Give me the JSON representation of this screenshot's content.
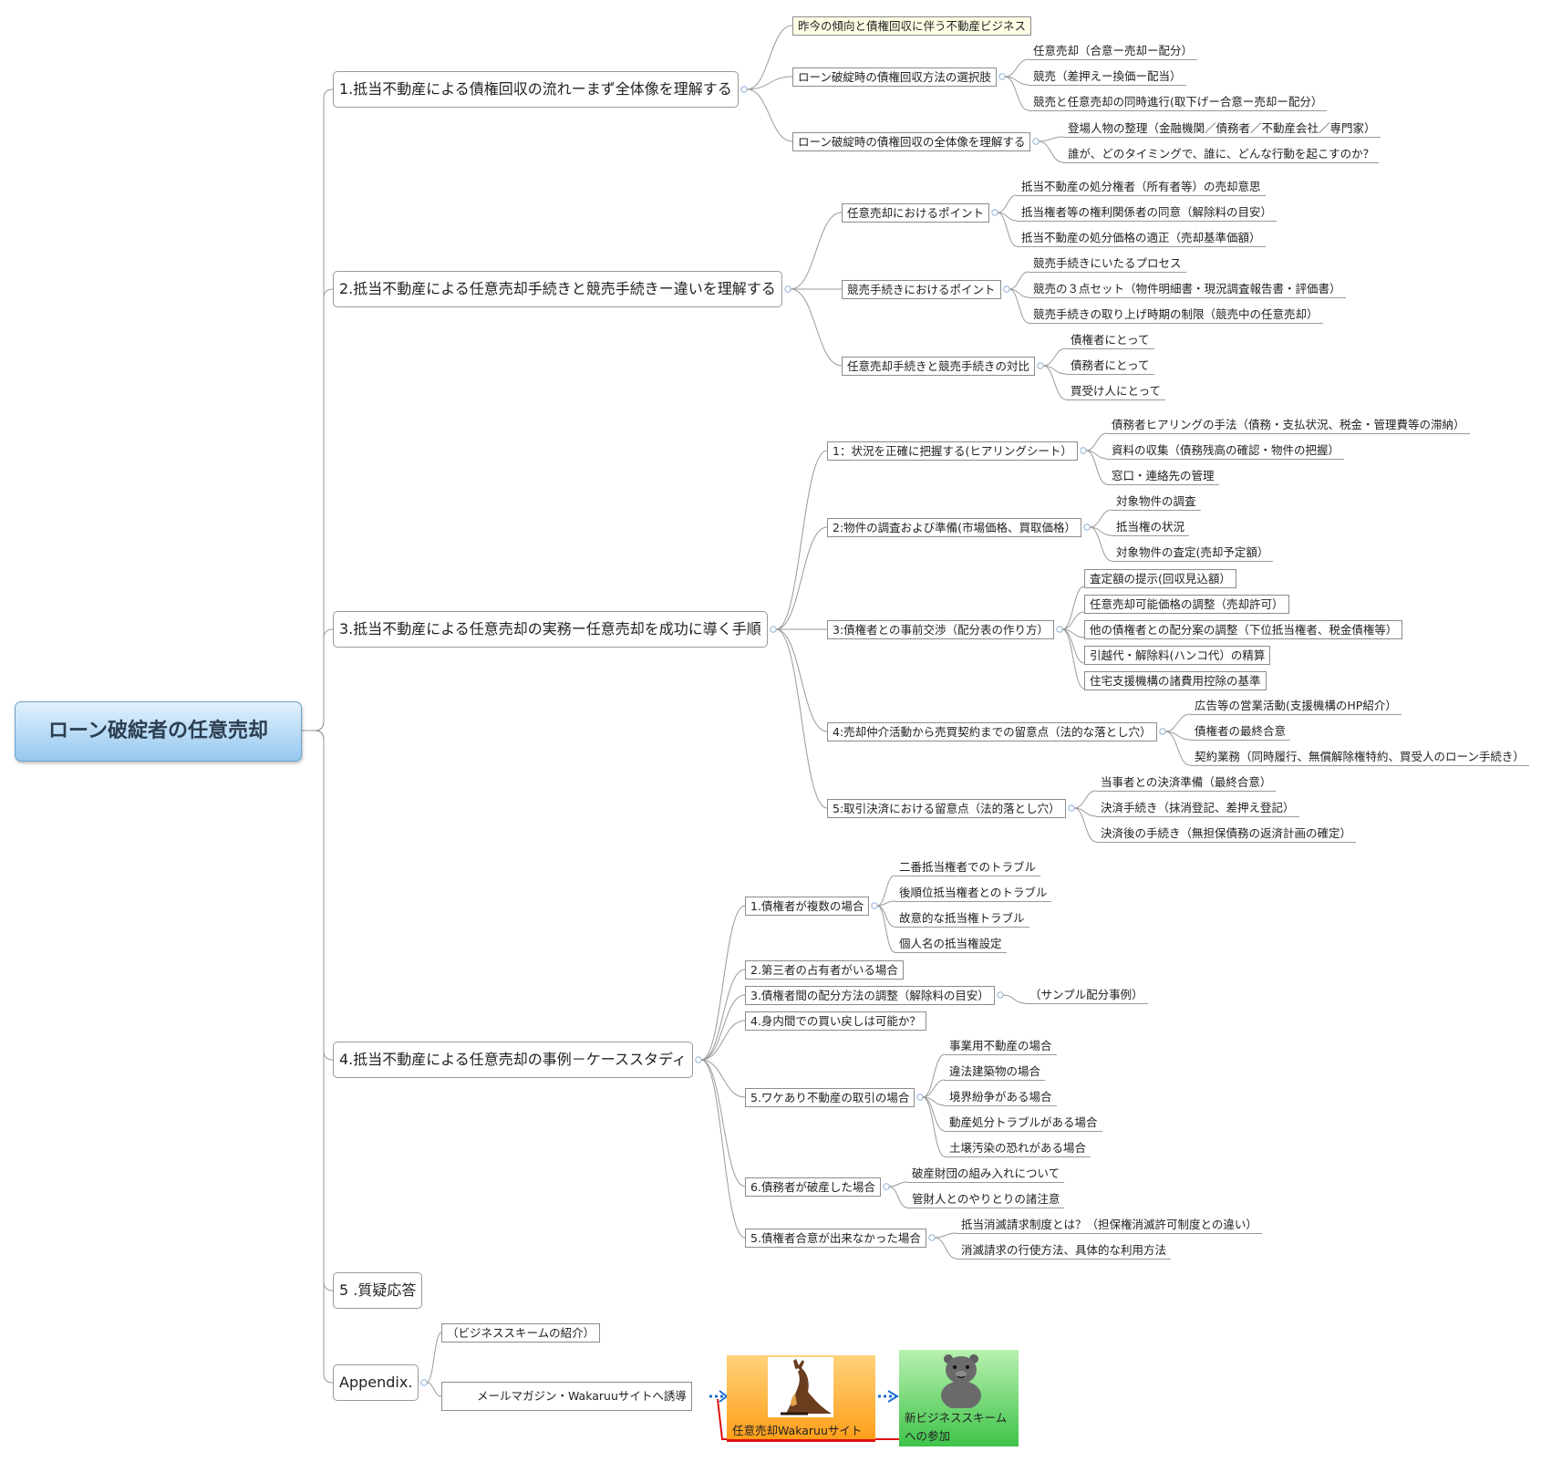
{
  "central": "ローン破綻者の任意売却",
  "topics": [
    {
      "label": "1.抵当不動産による債権回収の流れーまず全体像を理解する",
      "children": [
        {
          "label": "昨今の傾向と債権回収に伴う不動産ビジネス",
          "children": []
        },
        {
          "label": "ローン破綻時の債権回収方法の選択肢",
          "children": [
            "任意売却（合意ー売却ー配分）",
            "競売（差押えー換価ー配当）",
            "競売と任意売却の同時進行(取下げー合意ー売却ー配分）"
          ]
        },
        {
          "label": "ローン破綻時の債権回収の全体像を理解する",
          "children": [
            "登場人物の整理（金融機関／債務者／不動産会社／専門家）",
            "誰が、どのタイミングで、誰に、どんな行動を起こすのか？"
          ]
        }
      ]
    },
    {
      "label": "2.抵当不動産による任意売却手続きと競売手続きー違いを理解する",
      "children": [
        {
          "label": "任意売却におけるポイント",
          "children": [
            "抵当不動産の処分権者（所有者等）の売却意思",
            "抵当権者等の権利関係者の同意（解除料の目安）",
            "抵当不動産の処分価格の適正（売却基準価額）"
          ]
        },
        {
          "label": "競売手続きにおけるポイント",
          "children": [
            "競売手続きにいたるプロセス",
            "競売の３点セット（物件明細書・現況調査報告書・評価書）",
            "競売手続きの取り上げ時期の制限（競売中の任意売却）"
          ]
        },
        {
          "label": "任意売却手続きと競売手続きの対比",
          "children": [
            "債権者にとって",
            "債務者にとって",
            "買受け人にとって"
          ]
        }
      ]
    },
    {
      "label": "3.抵当不動産による任意売却の実務ー任意売却を成功に導く手順",
      "children": [
        {
          "label": "1：状況を正確に把握する(ヒアリングシート）",
          "children": [
            "債務者ヒアリングの手法（債務・支払状況、税金・管理費等の滞納）",
            "資料の収集（債務残高の確認・物件の把握）",
            "窓口・連絡先の管理"
          ]
        },
        {
          "label": "2:物件の調査および準備(市場価格、買取価格）",
          "children": [
            "対象物件の調査",
            "抵当権の状況",
            "対象物件の査定(売却予定額）"
          ]
        },
        {
          "label": "3:債権者との事前交渉（配分表の作り方）",
          "children": [
            "査定額の提示(回収見込額）",
            "任意売却可能価格の調整（売却許可）",
            "他の債権者との配分案の調整（下位抵当権者、税金債権等）",
            "引越代・解除料(ハンコ代）の精算",
            "住宅支援機構の諸費用控除の基準"
          ]
        },
        {
          "label": "4:売却仲介活動から売買契約までの留意点（法的な落とし穴）",
          "children": [
            "広告等の営業活動(支援機構のHP紹介）",
            "債権者の最終合意",
            "契約業務（同時履行、無償解除権特約、買受人のローン手続き）"
          ]
        },
        {
          "label": "5:取引決済における留意点（法的落とし穴）",
          "children": [
            "当事者との決済準備（最終合意）",
            "決済手続き（抹消登記、差押え登記）",
            "決済後の手続き（無担保債務の返済計画の確定）"
          ]
        }
      ]
    },
    {
      "label": "4.抵当不動産による任意売却の事例－ケーススタディ",
      "children": [
        {
          "label": "1.債権者が複数の場合",
          "children": [
            "二番抵当権者でのトラブル",
            "後順位抵当権者とのトラブル",
            "故意的な抵当権トラブル",
            "個人名の抵当権設定"
          ]
        },
        {
          "label": "2.第三者の占有者がいる場合",
          "children": []
        },
        {
          "label": "3.債権者間の配分方法の調整（解除料の目安）",
          "children": [
            "（サンプル配分事例）"
          ]
        },
        {
          "label": "4.身内間での買い戻しは可能か？",
          "children": []
        },
        {
          "label": "5.ワケあり不動産の取引の場合",
          "children": [
            "事業用不動産の場合",
            "違法建築物の場合",
            "境界紛争がある場合",
            "動産処分トラブルがある場合",
            "土壌汚染の恐れがある場合"
          ]
        },
        {
          "label": "6.債務者が破産した場合",
          "children": [
            "破産財団の組み入れについて",
            "管財人とのやりとりの諸注意"
          ]
        },
        {
          "label": "5.債権者合意が出来なかった場合",
          "children": [
            "抵当消滅請求制度とは？（担保権消滅許可制度との違い）",
            "消滅請求の行使方法、具体的な利用方法"
          ]
        }
      ]
    },
    {
      "label": "5 .質疑応答",
      "children": []
    },
    {
      "label": "Appendix.",
      "children": [
        {
          "label": "（ビジネススキームの紹介）",
          "children": []
        },
        {
          "label": "メールマガジン・Wakaruuサイトへ誘導",
          "children": []
        }
      ]
    }
  ],
  "image_topics": {
    "site": "任意売却Wakaruuサイト",
    "join_line1": "新ビジネススキーム",
    "join_line2": "への参加"
  },
  "icons": [
    "star-icon",
    "kangaroo-icon",
    "bear-icon",
    "collapse-toggle-icon"
  ],
  "colors": {
    "central_top": "#e2f1fd",
    "central_bottom": "#95c8ef",
    "site_card": "#ffb02e",
    "join_card": "#43c949",
    "arrow": "#1f6fd1",
    "red_link": "#dd1111"
  }
}
